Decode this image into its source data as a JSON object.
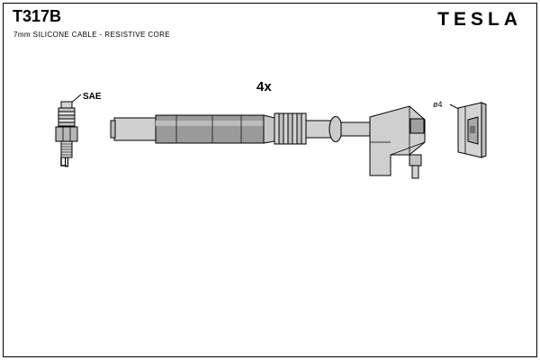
{
  "document": {
    "part_code": "T317B",
    "description": "7mm SILICONE CABLE - RESISTIVE CORE",
    "brand": "TESLA",
    "border_color": "#000000",
    "background_color": "#ffffff",
    "line_color": "#000000",
    "fill_gray": "#d4d4d4",
    "fill_dark": "#9a9a9a"
  },
  "annotations": {
    "quantity": "4x",
    "spark_plug_standard": "SAE",
    "connector_diameter": "ø4"
  },
  "parts": [
    {
      "name": "spark-plug",
      "label": "SAE"
    },
    {
      "name": "ignition-cable-assembly",
      "label": "4x"
    },
    {
      "name": "coil-connector",
      "label": "ø4"
    }
  ]
}
